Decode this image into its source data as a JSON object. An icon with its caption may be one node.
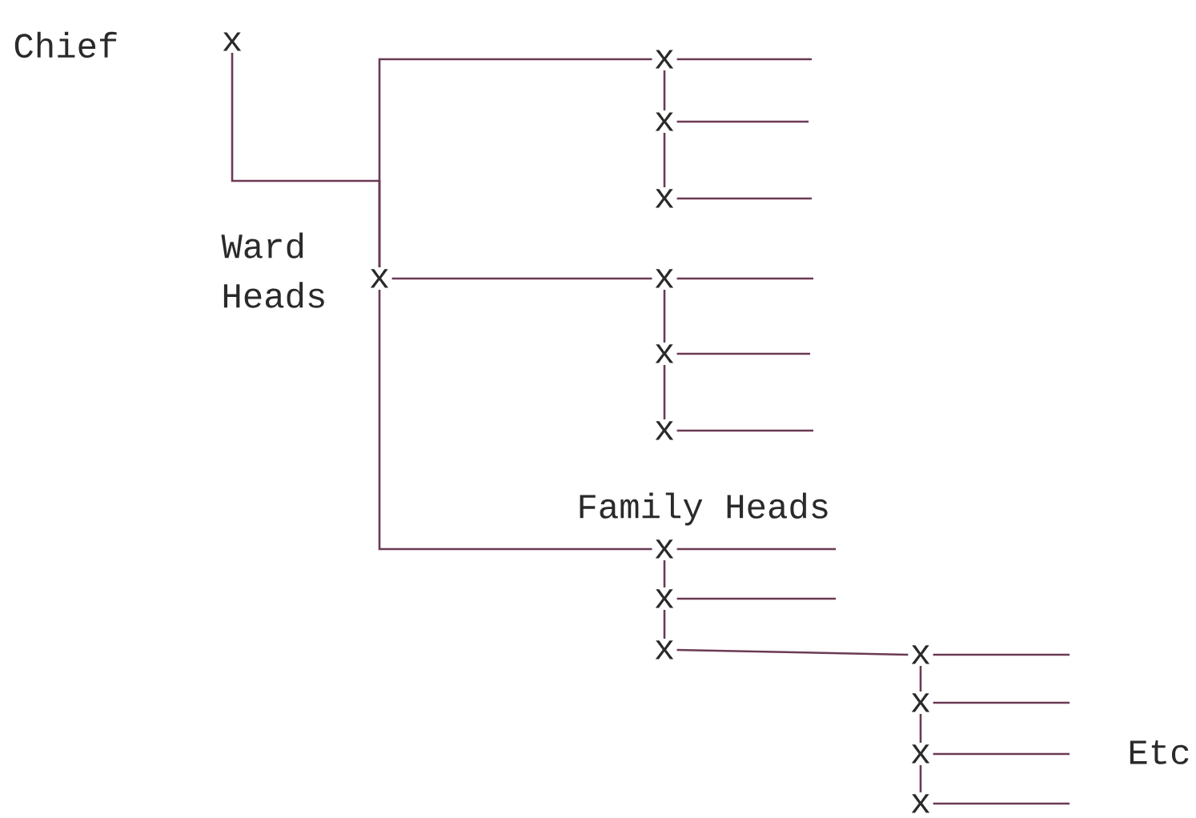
{
  "diagram": {
    "nodes": [
      {
        "text": [
          "x"
        ],
        "beside": [
          "Chief"
        ]
      },
      {
        "text": [
          "x"
        ],
        "beside": [
          "Ward Heads"
        ]
      },
      {
        "text": [
          "x"
        ]
      },
      {
        "text": [
          "x"
        ]
      },
      {
        "text": [
          "x"
        ]
      },
      {
        "text": [
          "x"
        ]
      },
      {
        "text": [
          "x"
        ]
      },
      {
        "text": [
          "x"
        ]
      },
      {
        "text": [
          "x"
        ],
        "beside": [
          "Family Heads"
        ]
      },
      {
        "text": [
          "x"
        ]
      },
      {
        "text": [
          "x"
        ]
      },
      {
        "text": [
          "x"
        ]
      },
      {
        "text": [
          "x"
        ]
      },
      {
        "text": [
          "x"
        ]
      },
      {
        "text": [
          "x"
        ]
      }
    ],
    "edges": [
      {
        "from": 0,
        "to": 1,
        "arrow": "none"
      },
      {
        "from": 1,
        "to": 2,
        "arrow": "none"
      },
      {
        "from": 1,
        "to": 5,
        "arrow": "none"
      },
      {
        "from": 1,
        "to": 8,
        "arrow": "none"
      },
      {
        "from": 2,
        "to": 3,
        "arrow": "none"
      },
      {
        "from": 3,
        "to": 4,
        "arrow": "none"
      },
      {
        "from": 5,
        "to": 6,
        "arrow": "none"
      },
      {
        "from": 6,
        "to": 7,
        "arrow": "none"
      },
      {
        "from": 8,
        "to": 9,
        "arrow": "none"
      },
      {
        "from": 9,
        "to": 10,
        "arrow": "none"
      },
      {
        "from": 10,
        "to": 11,
        "arrow": "none"
      },
      {
        "from": 11,
        "to": 12,
        "arrow": "none"
      },
      {
        "from": 12,
        "to": 13,
        "arrow": "none"
      },
      {
        "from": 13,
        "to": 14,
        "arrow": "none"
      },
      {
        "from": 2,
        "to": null,
        "arrow": "none"
      },
      {
        "from": 3,
        "to": null,
        "arrow": "none"
      },
      {
        "from": 4,
        "to": null,
        "arrow": "none"
      },
      {
        "from": 5,
        "to": null,
        "arrow": "none"
      },
      {
        "from": 6,
        "to": null,
        "arrow": "none"
      },
      {
        "from": 7,
        "to": null,
        "arrow": "none"
      },
      {
        "from": 8,
        "to": null,
        "arrow": "none"
      },
      {
        "from": 9,
        "to": null,
        "arrow": "none"
      },
      {
        "from": 11,
        "to": null,
        "arrow": "none"
      },
      {
        "from": 12,
        "to": null,
        "arrow": "none"
      },
      {
        "from": 13,
        "to": null,
        "arrow": "none"
      },
      {
        "from": 14,
        "to": null,
        "arrow": "none"
      }
    ],
    "labels": [
      "Etc"
    ]
  }
}
